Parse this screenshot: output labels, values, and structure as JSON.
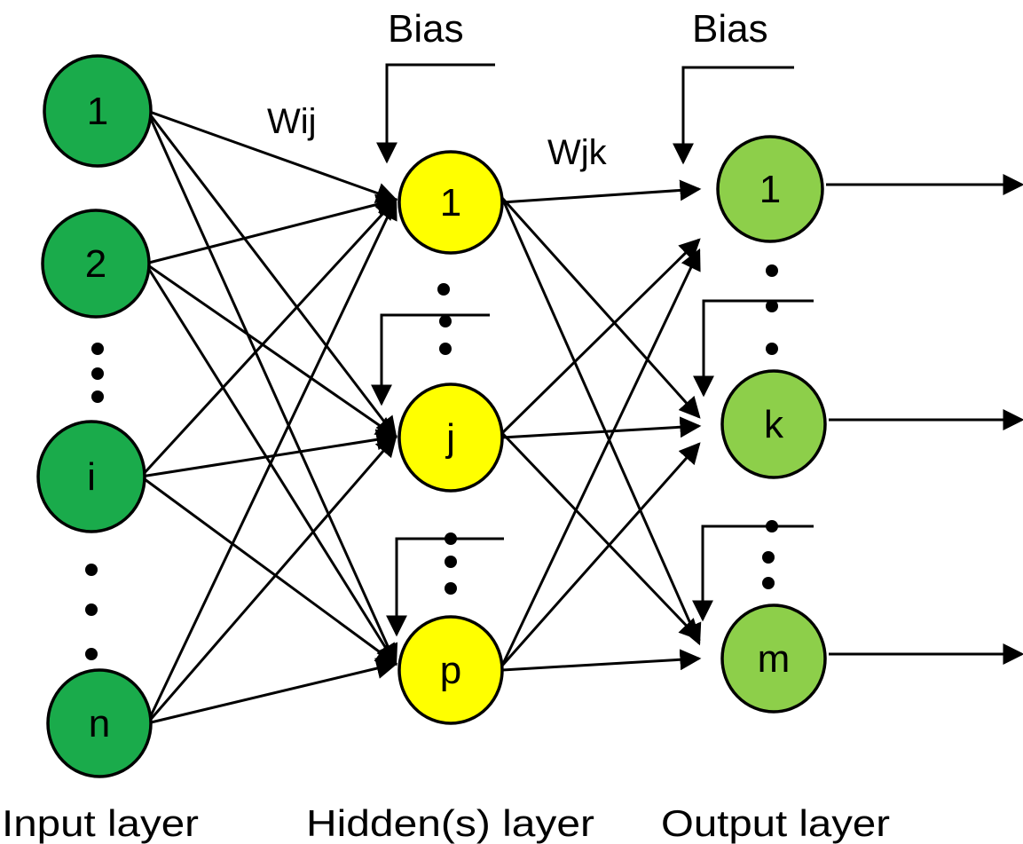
{
  "diagram": {
    "type": "neural-network",
    "colors": {
      "input_node": "#1aab4b",
      "hidden_node": "#ffff00",
      "output_node": "#8dcf4a",
      "stroke": "#000000",
      "background": "#ffffff"
    },
    "weight_labels": {
      "input_hidden": "Wij",
      "hidden_output": "Wjk"
    },
    "bias_labels": {
      "hidden": "Bias",
      "output": "Bias"
    },
    "layer_labels": {
      "input": "Input layer",
      "hidden": "Hidden(s) layer",
      "output": "Output layer"
    },
    "layers": {
      "input": {
        "nodes": [
          "1",
          "2",
          "i",
          "n"
        ]
      },
      "hidden": {
        "nodes": [
          "1",
          "j",
          "p"
        ]
      },
      "output": {
        "nodes": [
          "1",
          "k",
          "m"
        ]
      }
    }
  }
}
